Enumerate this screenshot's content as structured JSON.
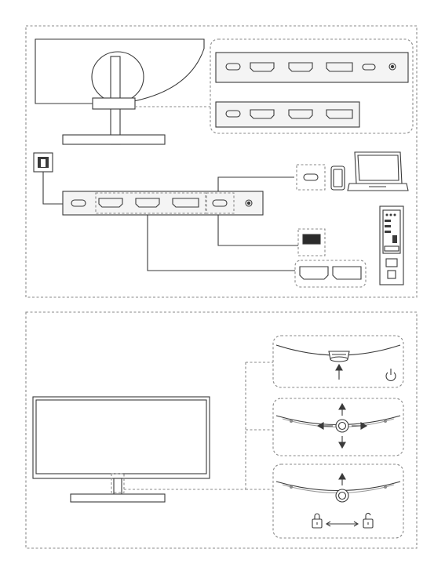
{
  "diagram": {
    "connection_panel": {
      "monitor_view": "rear",
      "port_strips": [
        {
          "variant": "full",
          "ports": [
            "dc-in",
            "hdmi",
            "hdmi",
            "displayport",
            "usb-c",
            "audio-out"
          ]
        },
        {
          "variant": "compact",
          "ports": [
            "dc-in",
            "hdmi",
            "hdmi",
            "displayport"
          ]
        }
      ],
      "main_port_strip": {
        "ports": [
          "dc-in",
          "hdmi",
          "hdmi",
          "displayport",
          "usb-c",
          "audio-out"
        ]
      },
      "connected_devices": [
        "power-outlet",
        "smartphone",
        "laptop",
        "desktop-pc"
      ],
      "cable_connectors": [
        "usb-c",
        "usb-a",
        "hdmi",
        "displayport"
      ]
    },
    "controls_panel": {
      "monitor_view": "front",
      "callouts": [
        {
          "name": "power-joystick-press",
          "arrows": [
            "up"
          ],
          "icon": "power-icon"
        },
        {
          "name": "joystick-navigation",
          "arrows": [
            "up",
            "down",
            "left",
            "right"
          ]
        },
        {
          "name": "joystick-lock-toggle",
          "arrows": [
            "up"
          ],
          "icons": [
            "lock-icon",
            "double-arrow-icon",
            "unlock-icon"
          ]
        }
      ]
    },
    "colors": {
      "stroke": "#3a3a3a",
      "dashed": "#8a8a8a",
      "port_fill": "#2b2b2b",
      "panel_fill": "#f4f4f4"
    }
  }
}
